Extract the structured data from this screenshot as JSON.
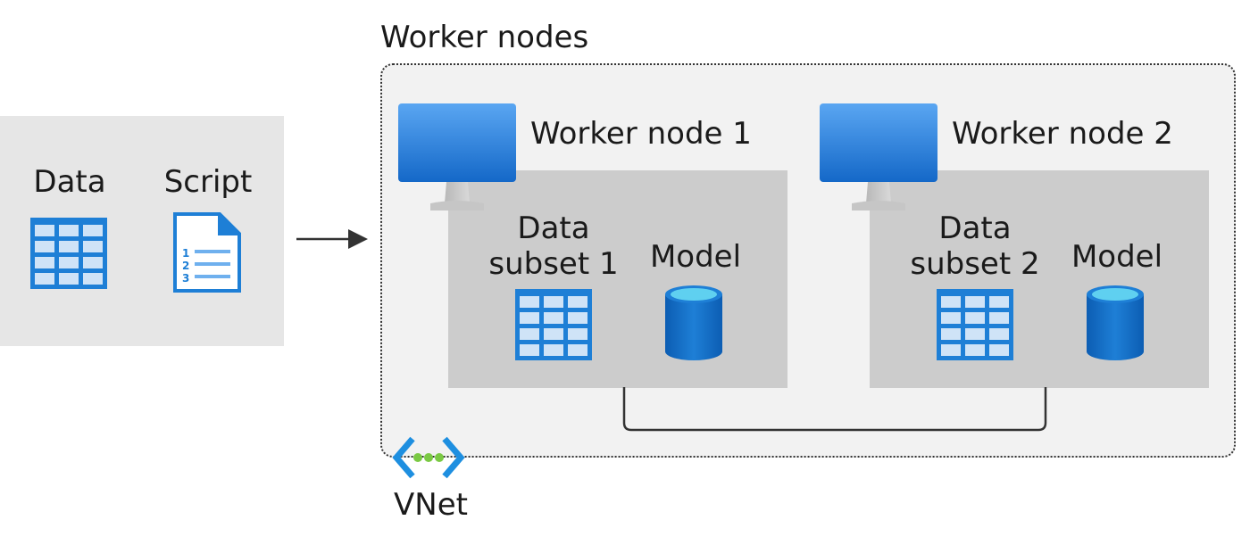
{
  "input": {
    "data_label": "Data",
    "script_label": "Script"
  },
  "worker_group": {
    "title": "Worker nodes"
  },
  "nodes": [
    {
      "title": "Worker node 1",
      "data_line1": "Data",
      "data_line2": "subset 1",
      "model_label": "Model"
    },
    {
      "title": "Worker node 2",
      "data_line1": "Data",
      "data_line2": "subset 2",
      "model_label": "Model"
    }
  ],
  "vnet": {
    "label": "VNet"
  },
  "icons": {
    "table": "table-icon",
    "script": "script-document-icon",
    "monitor": "monitor-icon",
    "model": "database-cylinder-icon",
    "vnet": "vnet-icon"
  },
  "colors": {
    "blue": "#1e7fd6",
    "blue_light": "#4a9eef",
    "panel_gray": "#e6e6e6",
    "node_gray": "#cccccc",
    "vnet_green": "#7ac943"
  }
}
